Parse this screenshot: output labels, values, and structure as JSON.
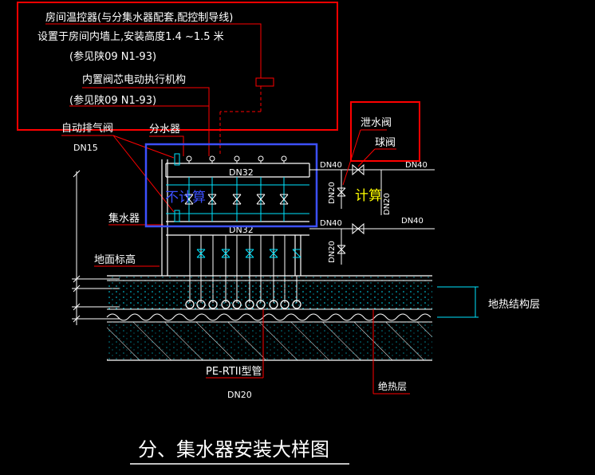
{
  "colors": {
    "background": "#000000",
    "white": "#ffffff",
    "red": "#ff0000",
    "blue": "#3c50ff",
    "cyan": "#00e5ff",
    "yellow": "#ffff00"
  },
  "annotations": {
    "thermostat_line1": "房间温控器(与分集水器配套,配控制导线)",
    "thermostat_line2": "设置于房间内墙上,安装高度1.4 ~1.5 米",
    "thermostat_ref": "(参见陕09 N1-93)",
    "actuator_label": "内置阀芯电动执行机构",
    "actuator_ref": "(参见陕09 N1-93)",
    "auto_vent_label": "自动排气阀",
    "auto_vent_size": "DN15",
    "distributor_label": "分水器",
    "collector_label": "集水器",
    "floor_level_label": "地面标高",
    "drain_valve_label": "泄水阀",
    "ball_valve_label": "球阀",
    "supply_header_size": "DN32",
    "return_header_size": "DN32",
    "dn40_a": "DN40",
    "dn40_b": "DN40",
    "dn40_c": "DN40",
    "dn40_d": "DN40",
    "dn20_a": "DN20",
    "dn20_b": "DN20",
    "dn20_c": "DN20",
    "not_counted": "不计算",
    "counted": "计算",
    "floor_structure_label": "地热结构层",
    "insulation_label": "绝热层",
    "pipe_type_label": "PE-RTII型管",
    "pipe_size": "DN20",
    "drawing_title": "分、集水器安装大样图"
  }
}
